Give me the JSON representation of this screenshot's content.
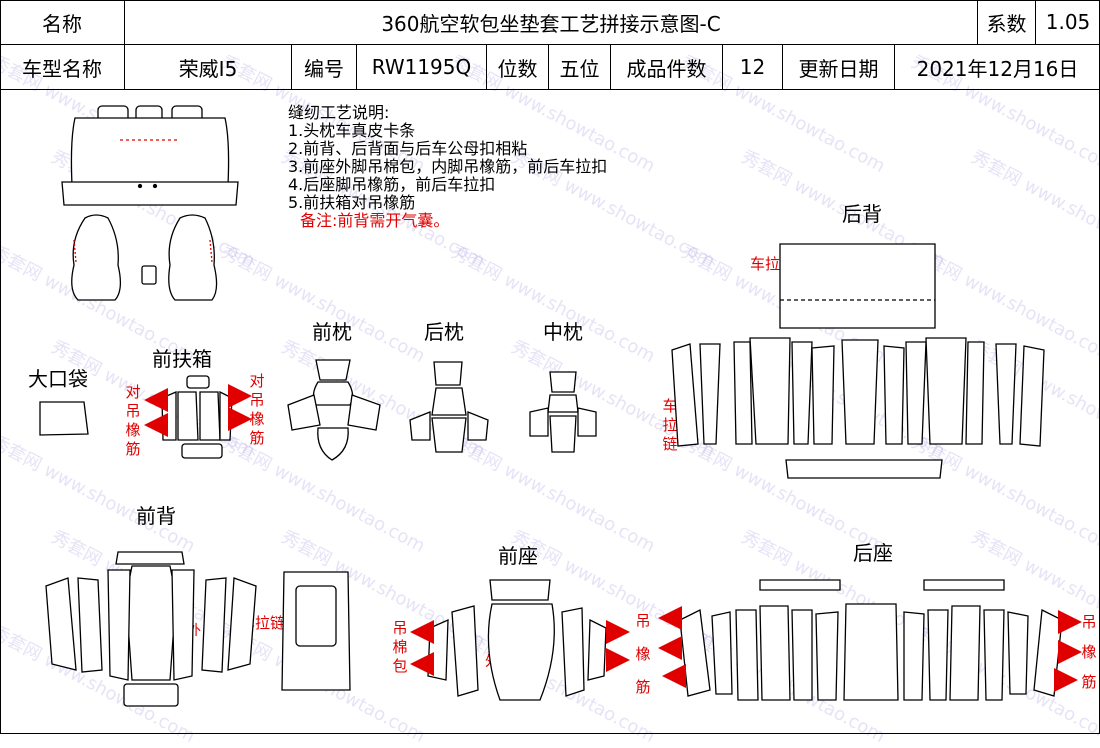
{
  "header": {
    "name_label": "名称",
    "title": "360航空软包坐垫套工艺拼接示意图-C",
    "coef_label": "系数",
    "coef_value": "1.05",
    "model_label": "车型名称",
    "model_value": "荣威I5",
    "code_label": "编号",
    "code_value": "RW1195Q",
    "seats_label": "位数",
    "seats_value": "五位",
    "pieces_label": "成品件数",
    "pieces_value": "12",
    "date_label": "更新日期",
    "date_value": "2021年12月16日"
  },
  "notes": {
    "heading": "缝纫工艺说明:",
    "items": [
      "1.头枕车真皮卡条",
      "2.前背、后背面与后车公母扣相粘",
      "3.前座外脚吊棉包，内脚吊橡筋，前后车拉扣",
      "4.后座脚吊橡筋，前后车拉扣",
      "5.前扶箱对吊橡筋"
    ],
    "remark": "备注:前背需开气囊。"
  },
  "sections": {
    "big_pocket": "大口袋",
    "front_armrest": "前扶箱",
    "front_headrest": "前枕",
    "rear_headrest": "后枕",
    "middle_headrest": "中枕",
    "rear_back": "后背",
    "front_back": "前背",
    "front_seat": "前座",
    "rear_seat": "后座"
  },
  "annotations": {
    "pair_hang": "对吊橡筋",
    "zipper": "车拉链",
    "outer": "外",
    "hang_cotton": "吊棉包",
    "hang_elastic": "吊橡筋"
  },
  "watermark": "秀套网 www.showtao.com",
  "colors": {
    "annotation": "#e00000",
    "line": "#000000"
  }
}
